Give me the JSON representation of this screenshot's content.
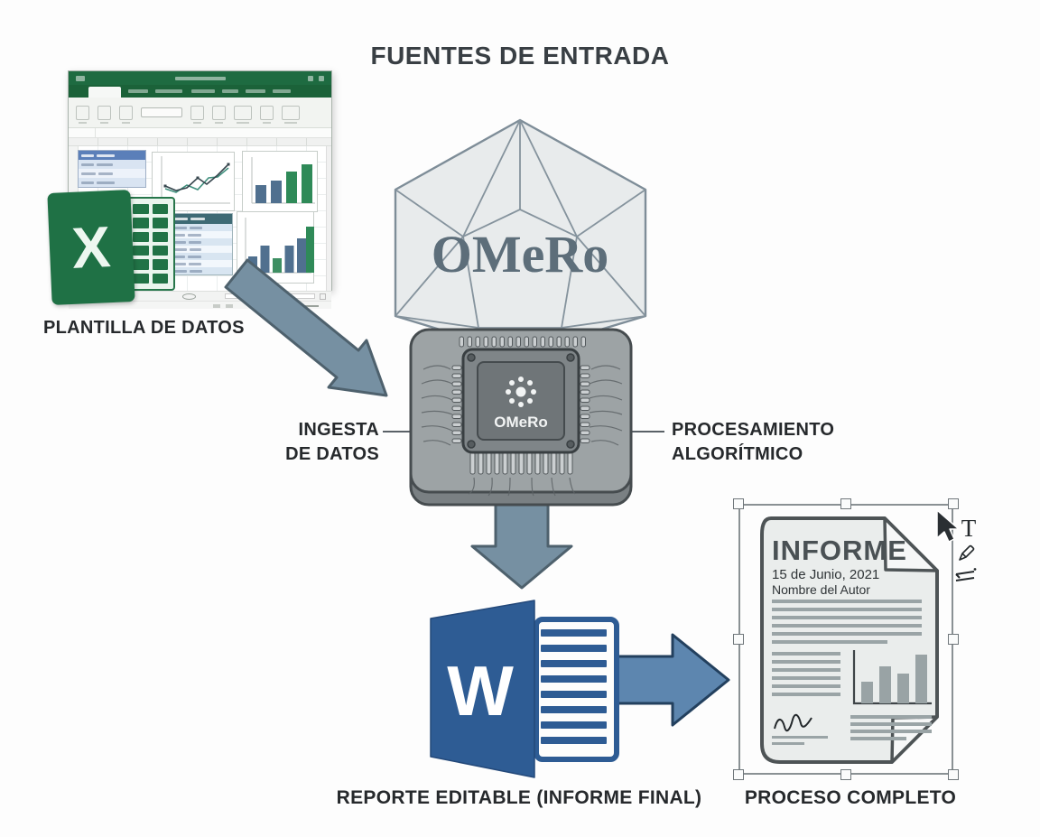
{
  "title": "FUENTES DE ENTRADA",
  "colors": {
    "excel_green": "#217346",
    "word_blue": "#2E5C94",
    "arrow_slate": "#7690A2",
    "arrow_blue": "#5D86AF",
    "hexagon_fill": "#E8EBEC",
    "chip_gray": "#9DA3A5"
  },
  "excel": {
    "logo_letter": "X",
    "caption": "PLANTILLA DE DATOS"
  },
  "omero": {
    "brand": "OMeRo"
  },
  "chip": {
    "label": "OMeRo",
    "left_label_line1": "INGESTA",
    "left_label_line2": "DE DATOS",
    "right_label_line1": "PROCESAMIENTO",
    "right_label_line2": "ALGORÍTMICO"
  },
  "word": {
    "logo_letter": "W",
    "caption": "REPORTE EDITABLE (INFORME FINAL)"
  },
  "report": {
    "title": "INFORME",
    "date": "15 de Junio, 2021",
    "author": "Nombre del Autor",
    "caption": "PROCESO COMPLETO"
  },
  "tools": {
    "text_tool": "T"
  }
}
